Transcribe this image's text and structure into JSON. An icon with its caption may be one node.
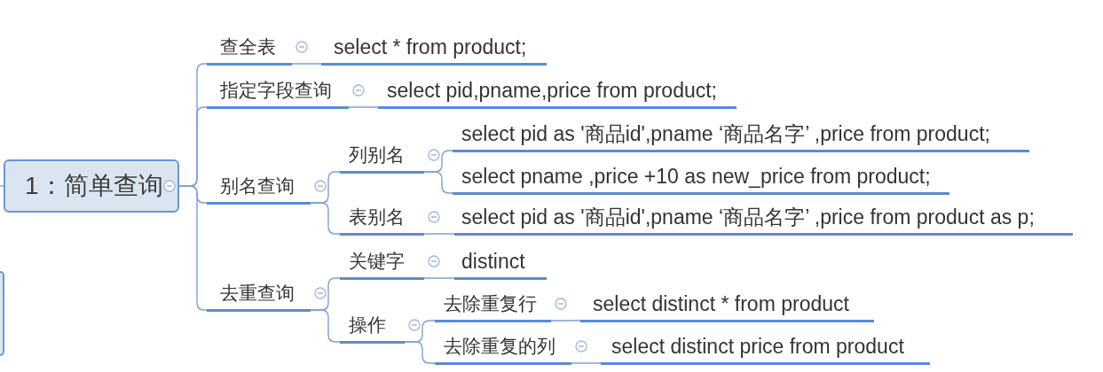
{
  "diagram": {
    "nodes": [
      {
        "text": [
          "1：简单查询"
        ]
      },
      {
        "text": [
          "查全表"
        ]
      },
      {
        "text": [
          "select * from product;"
        ]
      },
      {
        "text": [
          "指定字段查询"
        ]
      },
      {
        "text": [
          "select pid,pname,price from product;"
        ]
      },
      {
        "text": [
          "别名查询"
        ]
      },
      {
        "text": [
          "列别名"
        ]
      },
      {
        "text": [
          "select pid as '商品id',pname ‘商品名字’ ,price from product;"
        ]
      },
      {
        "text": [
          "select pname ,price +10 as new_price from product;"
        ]
      },
      {
        "text": [
          "表别名"
        ]
      },
      {
        "text": [
          "select pid as '商品id',pname ‘商品名字’ ,price from product as p;"
        ]
      },
      {
        "text": [
          "去重查询"
        ]
      },
      {
        "text": [
          "关键字"
        ]
      },
      {
        "text": [
          "distinct"
        ]
      },
      {
        "text": [
          "操作"
        ]
      },
      {
        "text": [
          "去除重复行"
        ]
      },
      {
        "text": [
          "select distinct * from product"
        ]
      },
      {
        "text": [
          "去除重复的列"
        ]
      },
      {
        "text": [
          "select distinct price from product"
        ]
      },
      {
        "text": [],
        "shape": "box"
      }
    ],
    "edges": [
      {
        "from": null,
        "to": 0,
        "arrow": "none"
      },
      {
        "from": 0,
        "to": 1,
        "arrow": "none"
      },
      {
        "from": 1,
        "to": 2,
        "arrow": "none"
      },
      {
        "from": 0,
        "to": 3,
        "arrow": "none"
      },
      {
        "from": 3,
        "to": 4,
        "arrow": "none"
      },
      {
        "from": 0,
        "to": 5,
        "arrow": "none"
      },
      {
        "from": 5,
        "to": 6,
        "arrow": "none"
      },
      {
        "from": 6,
        "to": 7,
        "arrow": "none"
      },
      {
        "from": 6,
        "to": 8,
        "arrow": "none"
      },
      {
        "from": 5,
        "to": 9,
        "arrow": "none"
      },
      {
        "from": 9,
        "to": 10,
        "arrow": "none"
      },
      {
        "from": 0,
        "to": 11,
        "arrow": "none"
      },
      {
        "from": 11,
        "to": 12,
        "arrow": "none"
      },
      {
        "from": 12,
        "to": 13,
        "arrow": "none"
      },
      {
        "from": 11,
        "to": 14,
        "arrow": "none"
      },
      {
        "from": 14,
        "to": 15,
        "arrow": "none"
      },
      {
        "from": 15,
        "to": 16,
        "arrow": "none"
      },
      {
        "from": 14,
        "to": 17,
        "arrow": "none"
      },
      {
        "from": 17,
        "to": 18,
        "arrow": "none"
      }
    ]
  }
}
